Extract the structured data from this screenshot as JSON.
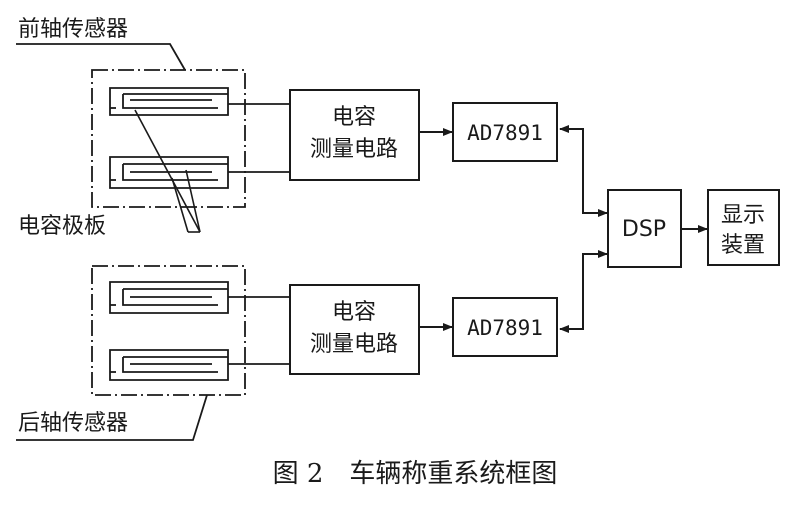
{
  "labels": {
    "front_sensor": "前轴传感器",
    "plates": "电容极板",
    "rear_sensor": "后轴传感器"
  },
  "blocks": {
    "cap_circuit_top": [
      "电容",
      "测量电路"
    ],
    "cap_circuit_bottom": [
      "电容",
      "测量电路"
    ],
    "adc_top": "AD7891",
    "adc_bottom": "AD7891",
    "dsp": "DSP",
    "display": [
      "显示",
      "装置"
    ]
  },
  "caption": "图 2　车辆称重系统框图",
  "colors": {
    "ink": "#1a1a1a",
    "background": "#ffffff"
  }
}
